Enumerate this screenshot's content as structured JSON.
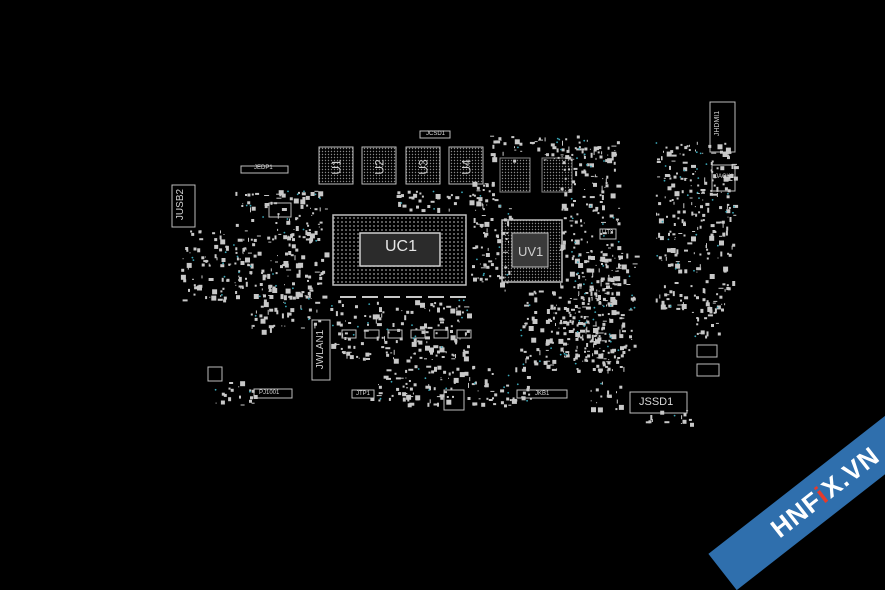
{
  "labels": {
    "uc1": "UC1",
    "uv1": "UV1",
    "u1": "U1",
    "u2": "U2",
    "u3": "U3",
    "u4": "U4",
    "jusb2": "JUSB2",
    "jwlan1": "JWLAN1",
    "jssd1": "JSSD1",
    "jhdmi1": "JHDMI1",
    "jack1": "JACK1",
    "jedp1": "JEDP1",
    "pj1001": "PJ1001",
    "jkb1": "JKB1",
    "jtp1": "JTP1",
    "jcsd1": "JCSD1",
    "ut3": "UT3"
  },
  "watermark": {
    "prefix": "HNF",
    "accent": "i",
    "suffix": "X.VN"
  },
  "colors": {
    "background": "#000000",
    "outline": "#bdbdbd",
    "pad_cyan": "#3aa7b8",
    "ribbon": "#2f6fad",
    "accent_red": "#e53b2c"
  }
}
